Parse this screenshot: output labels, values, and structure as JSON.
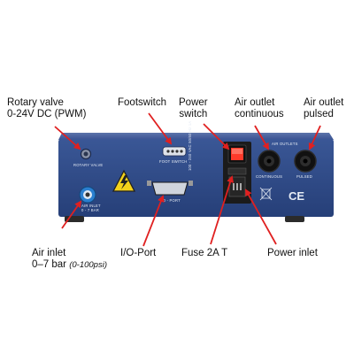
{
  "labels": {
    "rotary_valve": "Rotary valve",
    "rotary_valve_spec": "0-24V DC (PWM)",
    "footswitch": "Footswitch",
    "power_switch_1": "Power",
    "power_switch_2": "switch",
    "air_outlet_cont_1": "Air outlet",
    "air_outlet_cont_2": "continuous",
    "air_outlet_pulsed_1": "Air outlet",
    "air_outlet_pulsed_2": "pulsed",
    "air_inlet_1": "Air inlet",
    "air_inlet_2": "0–7 bar",
    "air_inlet_psi": "(0-100psi)",
    "io_port": "I/O-Port",
    "fuse": "Fuse 2A T",
    "power_inlet": "Power inlet"
  },
  "panel": {
    "rotary_valve": "ROTARY VALVE",
    "foot_switch": "FOOT SWITCH",
    "io_port": "I/O - PORT",
    "air_inlet_1": "AIR INLET",
    "air_inlet_2": "0 - 7  BAR",
    "air_outlets": "AIR OUTLETS",
    "continuous": "CONTINUOUS",
    "pulsed": "PULSED",
    "voltage": "100 - 240 VAC  50/60 Hz  1A"
  },
  "colors": {
    "panel": "#2f4a86",
    "arrow": "#e02020"
  }
}
